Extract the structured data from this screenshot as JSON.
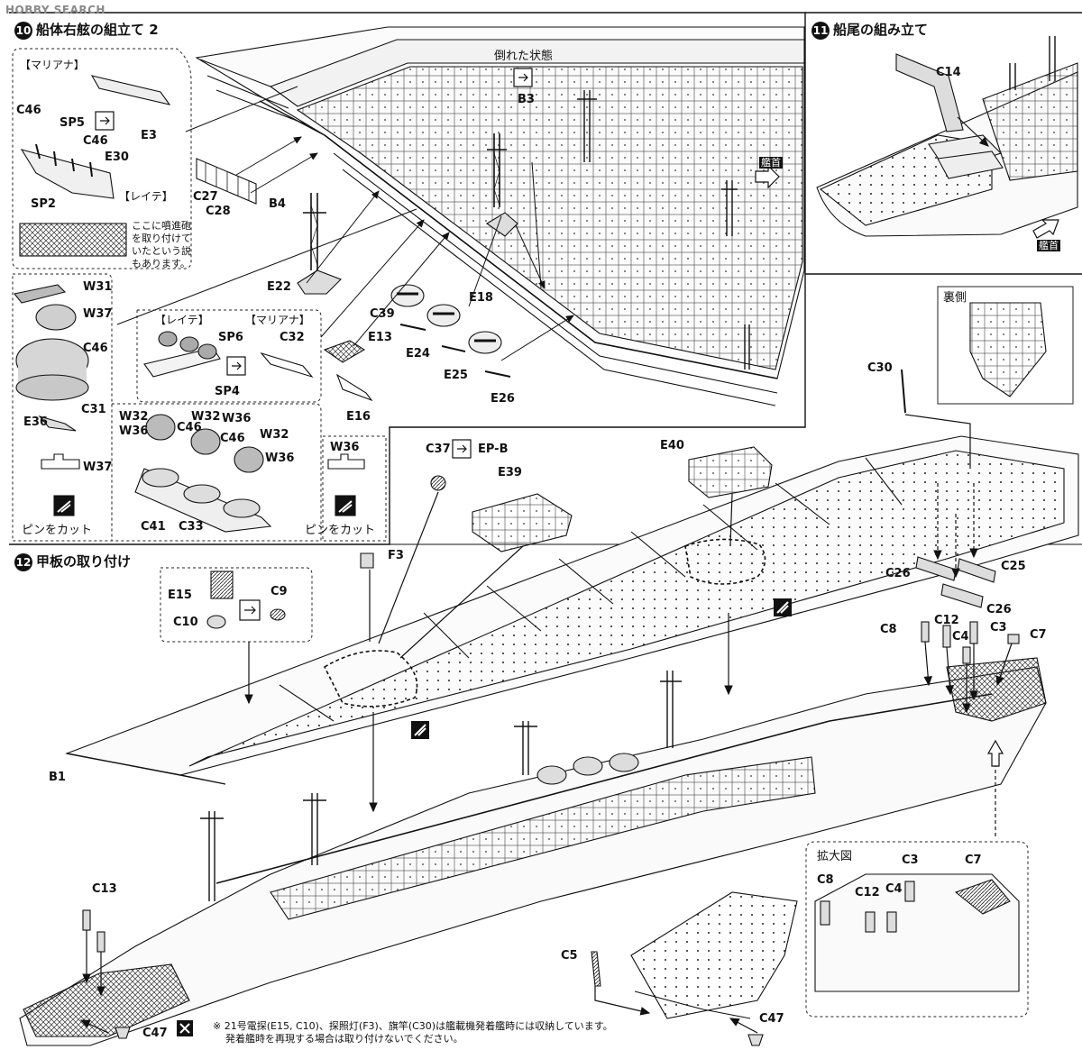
{
  "watermark": "HOBBY SEARCH",
  "steps": {
    "s10": {
      "num": "10",
      "title": "船体右舷の組立て 2"
    },
    "s11": {
      "num": "11",
      "title": "船尾の組み立て"
    },
    "s12": {
      "num": "12",
      "title": "甲板の取り付け"
    }
  },
  "variants": {
    "mariana": "【マリアナ】",
    "leyte": "【レイテ】",
    "leyte2": "【レイテ】",
    "mariana2": "【マリアナ】"
  },
  "notes": {
    "mortar": [
      "ここに噴進砲",
      "を取り付けて",
      "いたという説",
      "もあります。"
    ],
    "pin_cut_1": "ピンをカット",
    "pin_cut_2": "ピンをカット",
    "fallen_state": "倒れた状態",
    "bow_1": "艦首",
    "bow_2": "艦首",
    "reverse_side": "裏側",
    "enlarged": "拡大図",
    "footer_1": "※ 21号電探(E15, C10)、探照灯(F3)、旗竿(C30)は艦載機発着艦時には収納しています。",
    "footer_2": "発着艦時を再現する場合は取り付けないでください。"
  },
  "parts": {
    "C46a": "C46",
    "SP5": "SP5",
    "C46b": "C46",
    "E30": "E30",
    "SP2": "SP2",
    "E3": "E3",
    "C27": "C27",
    "C28": "C28",
    "B4": "B4",
    "E22": "E22",
    "B3": "B3",
    "E18": "E18",
    "C39": "C39",
    "E24": "E24",
    "E25": "E25",
    "E26": "E26",
    "E13": "E13",
    "E16": "E16",
    "W31": "W31",
    "W37a": "W37",
    "C46c": "C46",
    "C31": "C31",
    "E36": "E36",
    "W37b": "W37",
    "SP6": "SP6",
    "SP4": "SP4",
    "C32": "C32",
    "W32a": "W32",
    "W36a": "W36",
    "C46d": "C46",
    "W32b": "W32",
    "W36b": "W36",
    "C46e": "C46",
    "W32c": "W32",
    "W36c": "W36",
    "C41": "C41",
    "C33": "C33",
    "W36d": "W36",
    "C14": "C14",
    "C30": "C30",
    "C37": "C37",
    "EPB": "EP-B",
    "E39": "E39",
    "E40": "E40",
    "F3": "F3",
    "E15": "E15",
    "C9": "C9",
    "C10": "C10",
    "B1": "B1",
    "C26a": "C26",
    "C25": "C25",
    "C26b": "C26",
    "C8a": "C8",
    "C12a": "C12",
    "C3a": "C3",
    "C4a": "C4",
    "C7a": "C7",
    "C13": "C13",
    "C47a": "C47",
    "C5": "C5",
    "C47b": "C47",
    "C3b": "C3",
    "C7b": "C7",
    "C8b": "C8",
    "C12b": "C12",
    "C4b": "C4"
  }
}
